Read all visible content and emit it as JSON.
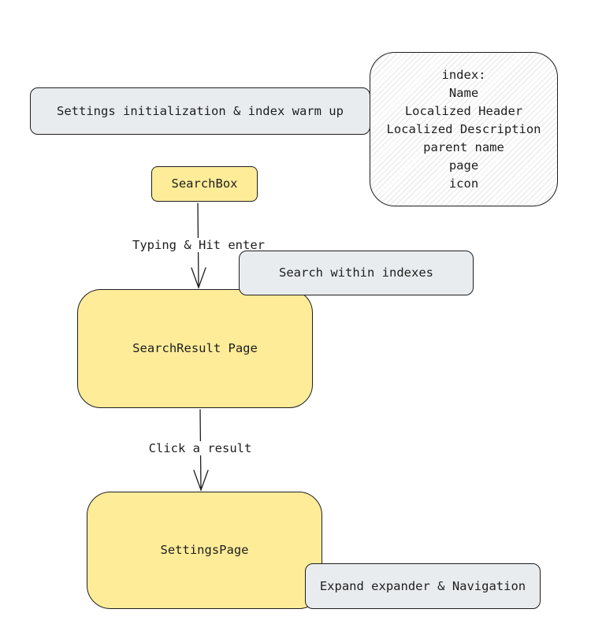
{
  "nodes": {
    "settings_init": "Settings initialization & index warm up",
    "index_info": "index:\nName\nLocalized Header\nLocalized Description\nparent name\npage\nicon",
    "search_box": "SearchBox",
    "search_within": "Search within indexes",
    "search_result_page": "SearchResult Page",
    "settings_page": "SettingsPage",
    "expand_nav": "Expand expander & Navigation"
  },
  "edges": {
    "typing": "Typing & Hit enter",
    "click": "Click a result"
  },
  "colors": {
    "yellow": "#ffec99",
    "gray": "#e9ecef",
    "stroke": "#1e1e1e"
  }
}
